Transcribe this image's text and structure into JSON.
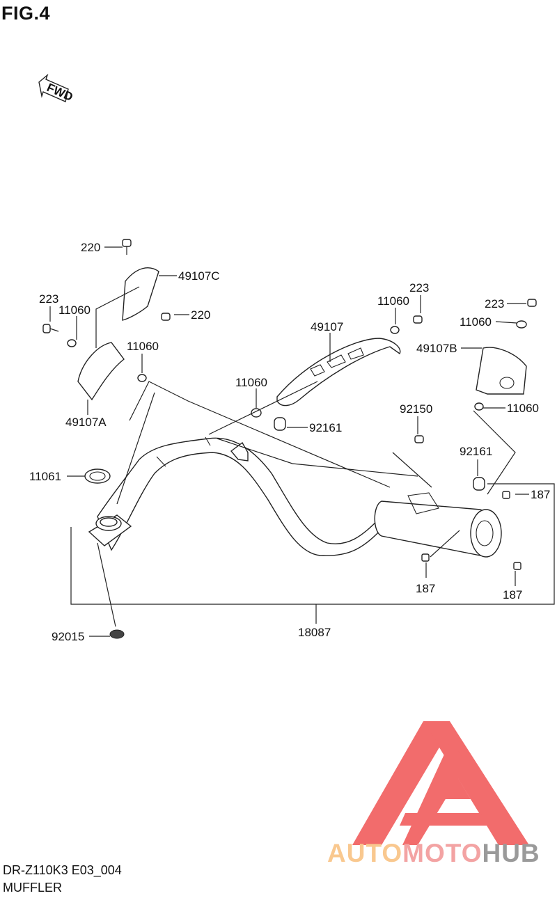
{
  "figure": {
    "title": "FIG.4",
    "direction_marker": "FWD"
  },
  "callouts": {
    "c220_top": "220",
    "c49107C": "49107C",
    "c223_left": "223",
    "c11060_a": "11060",
    "c220_mid": "220",
    "c11060_b": "11060",
    "c49107A": "49107A",
    "c11060_top": "11060",
    "c223_mid": "223",
    "c49107": "49107",
    "c223_right": "223",
    "c11060_right": "11060",
    "c49107B": "49107B",
    "c11060_mid": "11060",
    "c11060_rlow": "11060",
    "c92150": "92150",
    "c92161_mid": "92161",
    "c92161_right": "92161",
    "c11061": "11061",
    "c187_right": "187",
    "c187_bottom": "187",
    "c187_far": "187",
    "c92015": "92015",
    "c18087": "18087"
  },
  "footer": {
    "model_code": "DR-Z110K3 E03_004",
    "section_name": "MUFFLER"
  },
  "watermark": {
    "part1": "AUTO",
    "part2": "MOTO",
    "part3": "HUB",
    "colors": {
      "auto": "#f9c88f",
      "moto": "#f3a3a3",
      "hub": "#9a9a9a",
      "logo": "#f04848"
    }
  }
}
